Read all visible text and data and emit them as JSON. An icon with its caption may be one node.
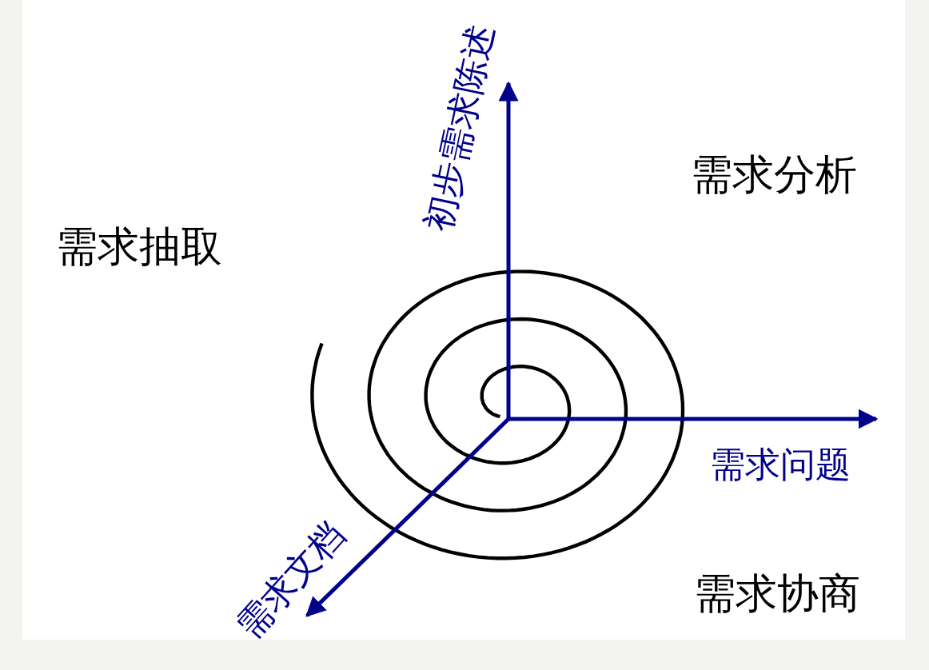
{
  "diagram": {
    "labels": [
      "初步需求陈述",
      "需求分析",
      "需求抽取",
      "需求问题",
      "需求文档",
      "需求协商"
    ]
  }
}
